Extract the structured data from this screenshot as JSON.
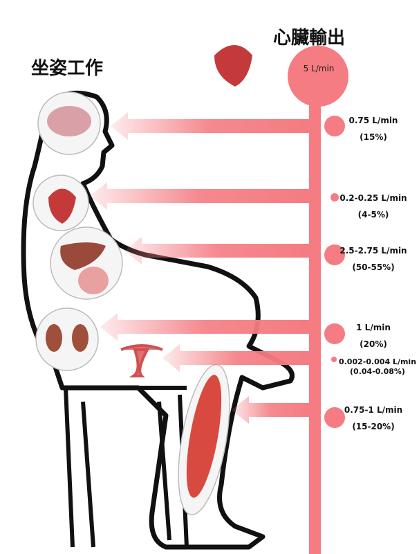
{
  "title_left": "坐姿工作",
  "title_right": "心臟輸出",
  "cardiac_output": "5 L/min",
  "colors": {
    "vessel": "#f47c82",
    "outline": "#111111"
  },
  "flows": [
    {
      "organ": "brain",
      "flow": "0.75 L/min",
      "percent": "(15%)"
    },
    {
      "organ": "heart",
      "flow": "0.2-0.25 L/min",
      "percent": "(4-5%)"
    },
    {
      "organ": "liver-intestines",
      "flow": "2.5-2.75 L/min",
      "percent": "(50-55%)"
    },
    {
      "organ": "kidneys",
      "flow": "1 L/min",
      "percent": "(20%)"
    },
    {
      "organ": "uterus",
      "flow": "0.002-0.004 L/min",
      "percent": "(0.04-0.08%)"
    },
    {
      "organ": "muscle",
      "flow": "0.75-1 L/min",
      "percent": "(15-20%)"
    }
  ]
}
